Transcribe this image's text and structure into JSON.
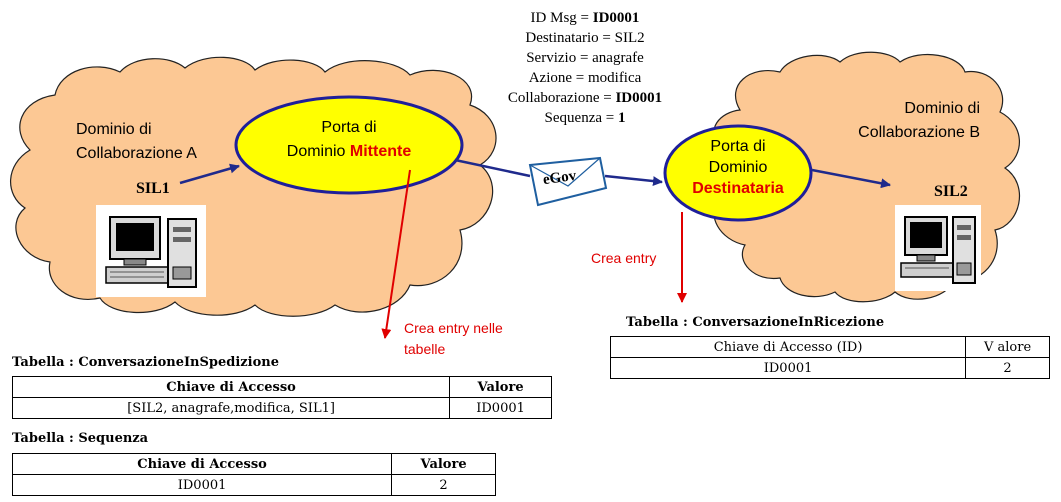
{
  "colors": {
    "cloud": "#FCC894",
    "cloud_stroke": "#222222",
    "port_fill": "#FFFF00",
    "port_stroke": "#1F1F9A",
    "arrow_blue": "#1F2A8C",
    "arrow_red": "#E00000",
    "accent_red": "#E00000"
  },
  "message": {
    "line1_prefix": "ID Msg = ",
    "line1_value": "ID0001",
    "line2": "Destinatario = SIL2",
    "line3": "Servizio = anagrafe",
    "line4": "Azione = modifica",
    "line5_prefix": "Collaborazione = ",
    "line5_value": "ID0001",
    "line6_prefix": "Sequenza = ",
    "line6_value": "1"
  },
  "domain_a": {
    "line1": "Dominio di",
    "line2": "Collaborazione A",
    "system": "SIL1",
    "icon": "computer-icon"
  },
  "domain_b": {
    "line1": "Dominio di",
    "line2": "Collaborazione B",
    "system": "SIL2",
    "icon": "computer-icon"
  },
  "port_sender": {
    "line1": "Porta di",
    "line2_prefix": "Dominio ",
    "line2_highlight": "Mittente"
  },
  "port_receiver": {
    "line1": "Porta di",
    "line2": "Dominio",
    "line3_highlight": "Destinataria"
  },
  "envelope": {
    "label": "eGov",
    "icon": "envelope-icon"
  },
  "notes": {
    "sender_line1": "Crea entry nelle",
    "sender_line2": "tabelle",
    "receiver": "Crea entry"
  },
  "table_spedizione": {
    "title": "Tabella : ConversazioneInSpedizione",
    "headers": [
      "Chiave di Accesso",
      "Valore"
    ],
    "rows": [
      [
        "[SIL2, anagrafe,modifica, SIL1]",
        "ID0001"
      ]
    ]
  },
  "table_sequenza": {
    "title": "Tabella : Sequenza",
    "headers": [
      "Chiave di Accesso",
      "Valore"
    ],
    "rows": [
      [
        "ID0001",
        "2"
      ]
    ]
  },
  "table_ricezione": {
    "title": "Tabella : ConversazioneInRicezione",
    "headers": [
      "Chiave di Accesso (ID)",
      "V alore"
    ],
    "rows": [
      [
        "ID0001",
        "2"
      ]
    ]
  }
}
